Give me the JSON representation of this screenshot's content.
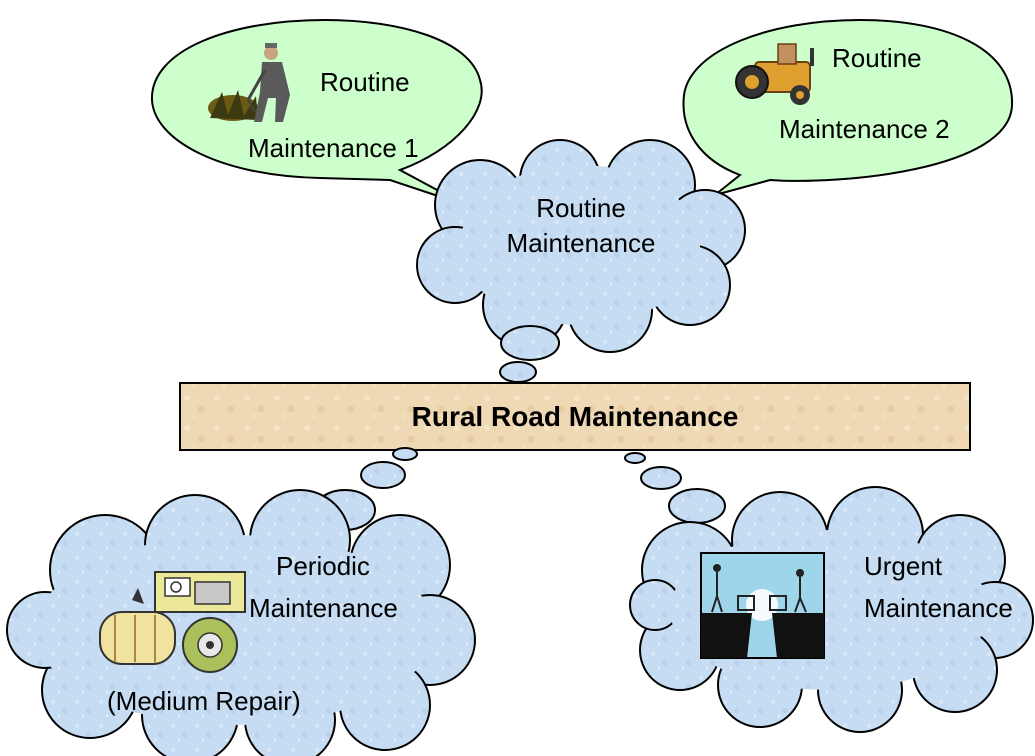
{
  "bubbles": {
    "routine_1": {
      "line1": "Routine",
      "line2": "Maintenance 1"
    },
    "routine_2": {
      "line1": "Routine",
      "line2": "Maintenance 2"
    }
  },
  "clouds": {
    "routine": {
      "line1": "Routine",
      "line2": "Maintenance"
    },
    "periodic": {
      "line1": "Periodic",
      "line2": "Maintenance",
      "note": "(Medium Repair)"
    },
    "urgent": {
      "line1": "Urgent",
      "line2": "Maintenance"
    }
  },
  "center_box": {
    "label": "Rural Road Maintenance"
  },
  "colors": {
    "bubble_fill": "#ccffcc",
    "cloud_fill": "#c6dcf2",
    "box_fill": "#efd9b4",
    "outline": "#000000"
  },
  "icons": {
    "routine_1": "worker-with-rake-icon",
    "routine_2": "tractor-icon",
    "periodic": "road-roller-icon",
    "urgent": "broken-bridge-icon"
  }
}
